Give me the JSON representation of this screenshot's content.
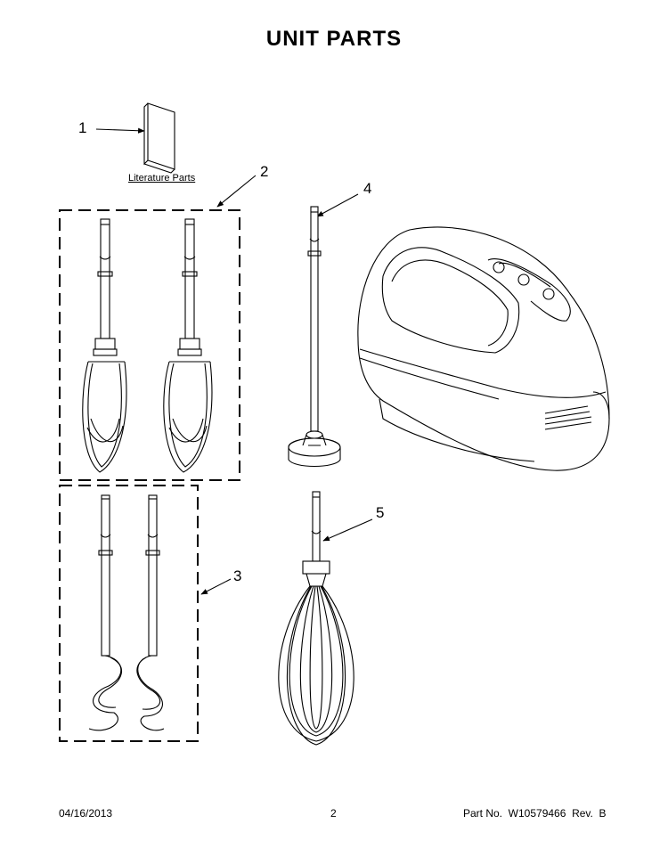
{
  "title": "UNIT PARTS",
  "literature_label": "Literature Parts",
  "callouts": {
    "c1": "1",
    "c2": "2",
    "c3": "3",
    "c4": "4",
    "c5": "5"
  },
  "footer": {
    "date": "04/16/2013",
    "page": "2",
    "part_no": "Part No.  W10579466  Rev.  B"
  }
}
